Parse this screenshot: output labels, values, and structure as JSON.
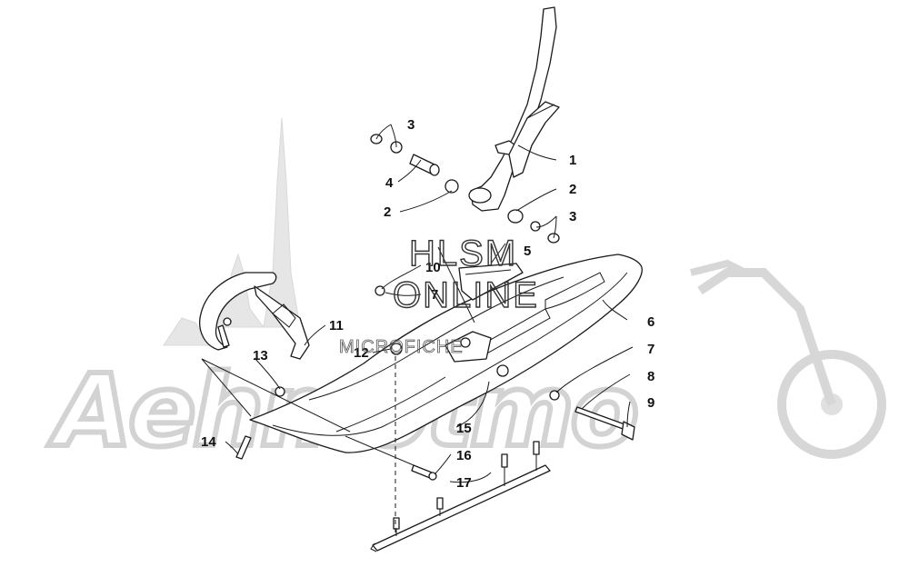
{
  "watermark": {
    "title_line1": "HLSM",
    "title_line2": "ONLINE",
    "title_line3": "MICROFICHE",
    "brand": "Aehmotmo"
  },
  "callouts": [
    {
      "number": "1"
    },
    {
      "number": "2"
    },
    {
      "number": "2"
    },
    {
      "number": "3"
    },
    {
      "number": "3"
    },
    {
      "number": "4"
    },
    {
      "number": "5"
    },
    {
      "number": "6"
    },
    {
      "number": "7"
    },
    {
      "number": "7"
    },
    {
      "number": "8"
    },
    {
      "number": "9"
    },
    {
      "number": "10"
    },
    {
      "number": "11"
    },
    {
      "number": "12"
    },
    {
      "number": "13"
    },
    {
      "number": "14"
    },
    {
      "number": "15"
    },
    {
      "number": "16"
    },
    {
      "number": "17"
    }
  ]
}
